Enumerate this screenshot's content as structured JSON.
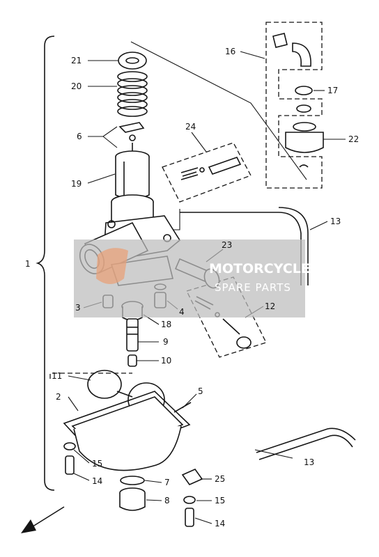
{
  "watermark": {
    "line1": "MOTORCYCLE",
    "line2": "SPARE PARTS"
  },
  "callouts": {
    "c1": "1",
    "c2": "2",
    "c3": "3",
    "c4": "4",
    "c5": "5",
    "c6": "6",
    "c7": "7",
    "c8": "8",
    "c9": "9",
    "c10": "10",
    "c11": "11",
    "c12": "12",
    "c13a": "13",
    "c13b": "13",
    "c14a": "14",
    "c14b": "14",
    "c15a": "15",
    "c15b": "15",
    "c16": "16",
    "c17": "17",
    "c18": "18",
    "c19": "19",
    "c20": "20",
    "c21": "21",
    "c22": "22",
    "c23": "23",
    "c24": "24",
    "c25": "25"
  },
  "colors": {
    "ink": "#151515",
    "watermark_band": "#bdbdbd",
    "watermark_logo": "#e8a27a"
  },
  "icons": {
    "direction": "front-arrow-icon"
  }
}
